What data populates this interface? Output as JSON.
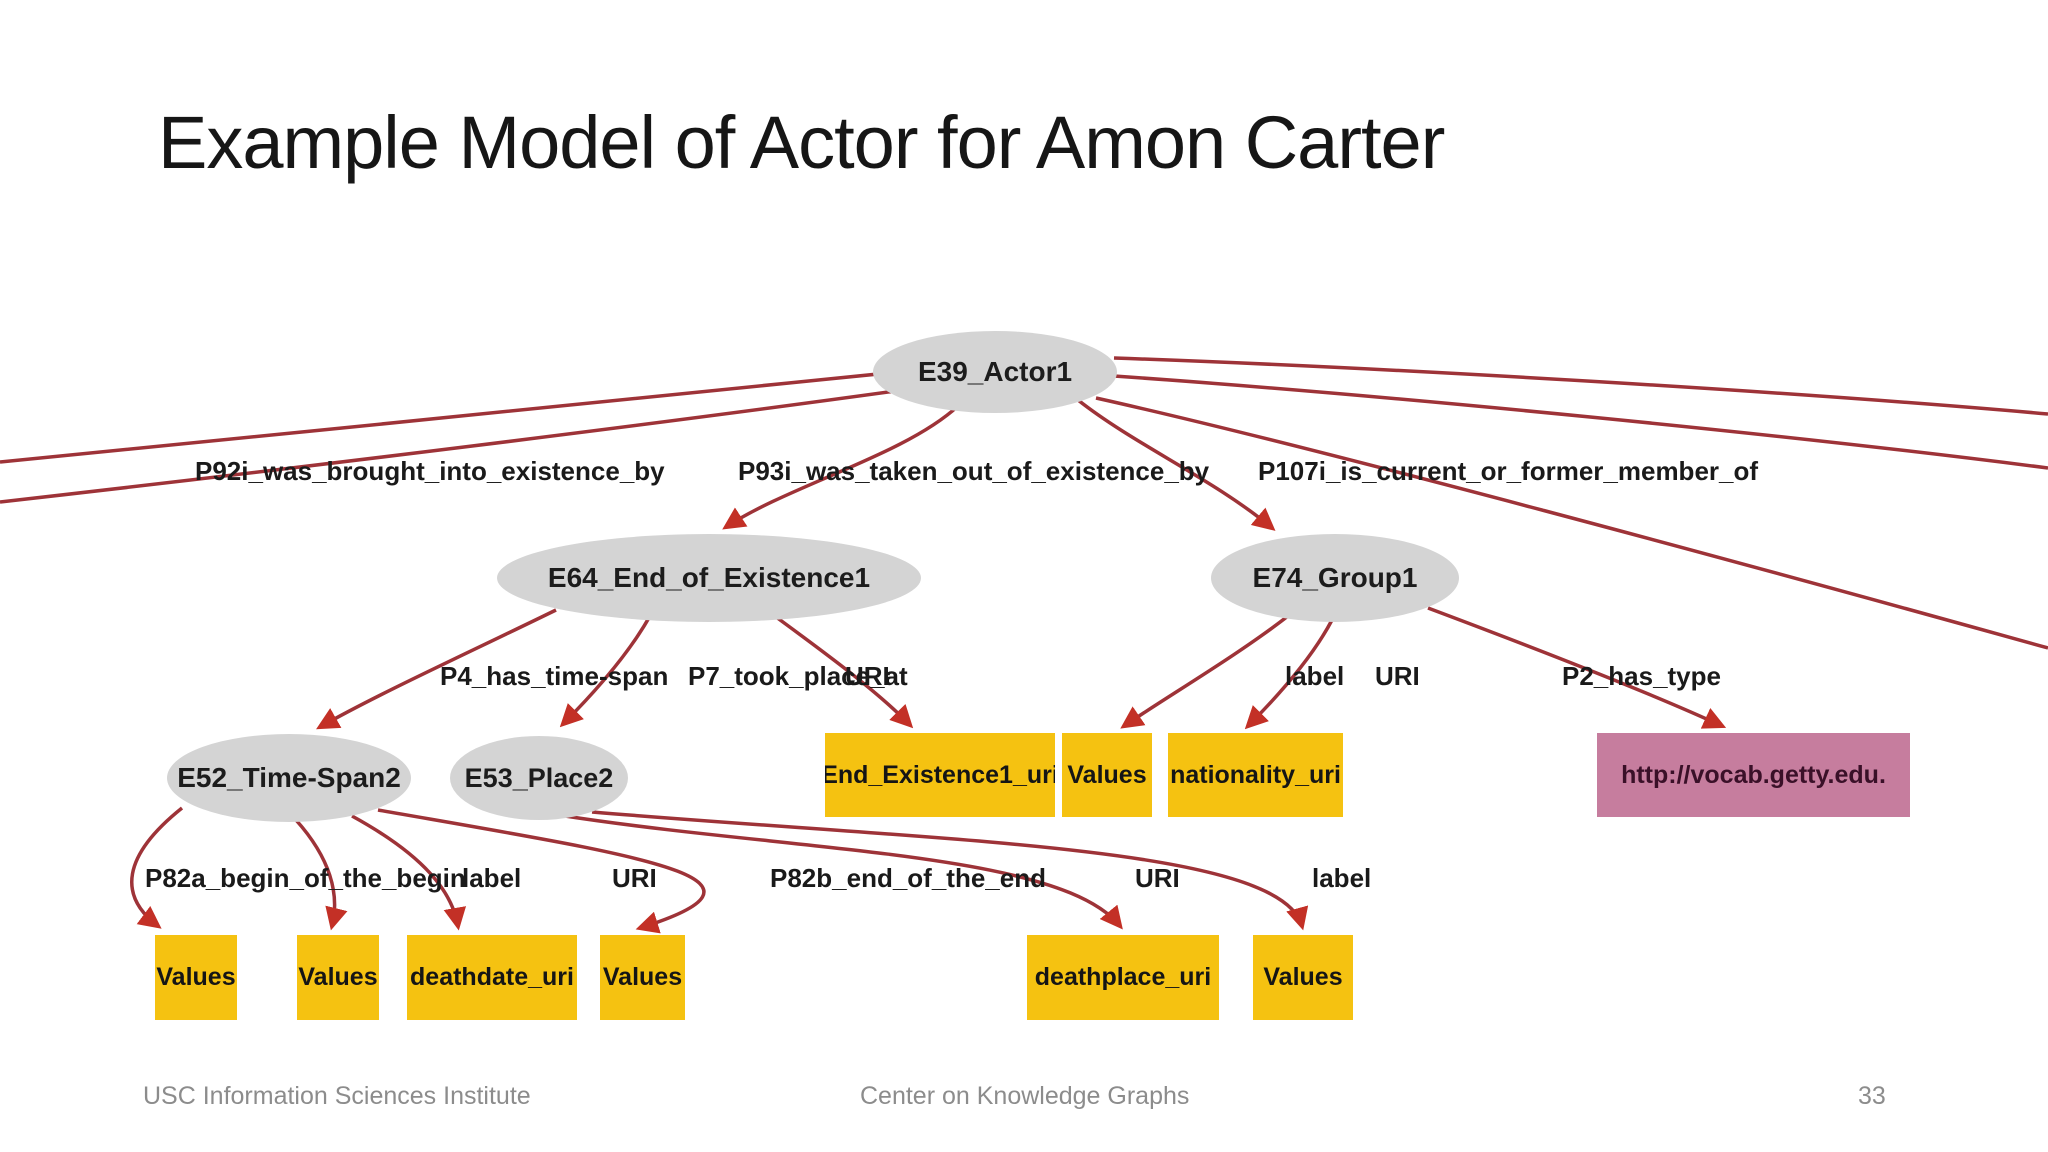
{
  "slide": {
    "title": "Example Model of Actor for Amon Carter",
    "footer": {
      "left": "USC Information Sciences Institute",
      "center": "Center on Knowledge Graphs",
      "page_number": "33"
    }
  },
  "diagram": {
    "colors": {
      "ellipse_fill": "#d4d4d4",
      "literal_fill": "#f5c211",
      "uri_type_fill": "#c67d9e",
      "uri_type_text": "#3a1028",
      "edge_stroke": "#9e3338",
      "arrow_fill": "#c33026"
    },
    "nodes": {
      "e39_actor": "E39_Actor1",
      "e64_end_of_existence": "E64_End_of_Existence1",
      "e74_group": "E74_Group1",
      "e52_time_span": "E52_Time-Span2",
      "e53_place": "E53_Place2",
      "end_existence_uri": "End_Existence1_uri",
      "group_label_values": "Values",
      "nationality_uri": "nationality_uri",
      "getty_type_uri": "http://vocab.getty.edu.",
      "begin_values": "Values",
      "timespan_label_values": "Values",
      "deathdate_uri": "deathdate_uri",
      "end_values": "Values",
      "deathplace_uri": "deathplace_uri",
      "place_label_values": "Values"
    },
    "edge_labels": {
      "p92i": "P92i_was_brought_into_existence_by",
      "p93i": "P93i_was_taken_out_of_existence_by",
      "p107i": "P107i_is_current_or_former_member_of",
      "p4": "P4_has_time-span",
      "p7": "P7_took_place_at",
      "uri_end_existence": "URI",
      "label_group": "label",
      "uri_group": "URI",
      "p2": "P2_has_type",
      "p82a": "P82a_begin_of_the_begin",
      "label_timespan": "label",
      "uri_timespan": "URI",
      "p82b": "P82b_end_of_the_end",
      "uri_place": "URI",
      "label_place": "label"
    }
  }
}
